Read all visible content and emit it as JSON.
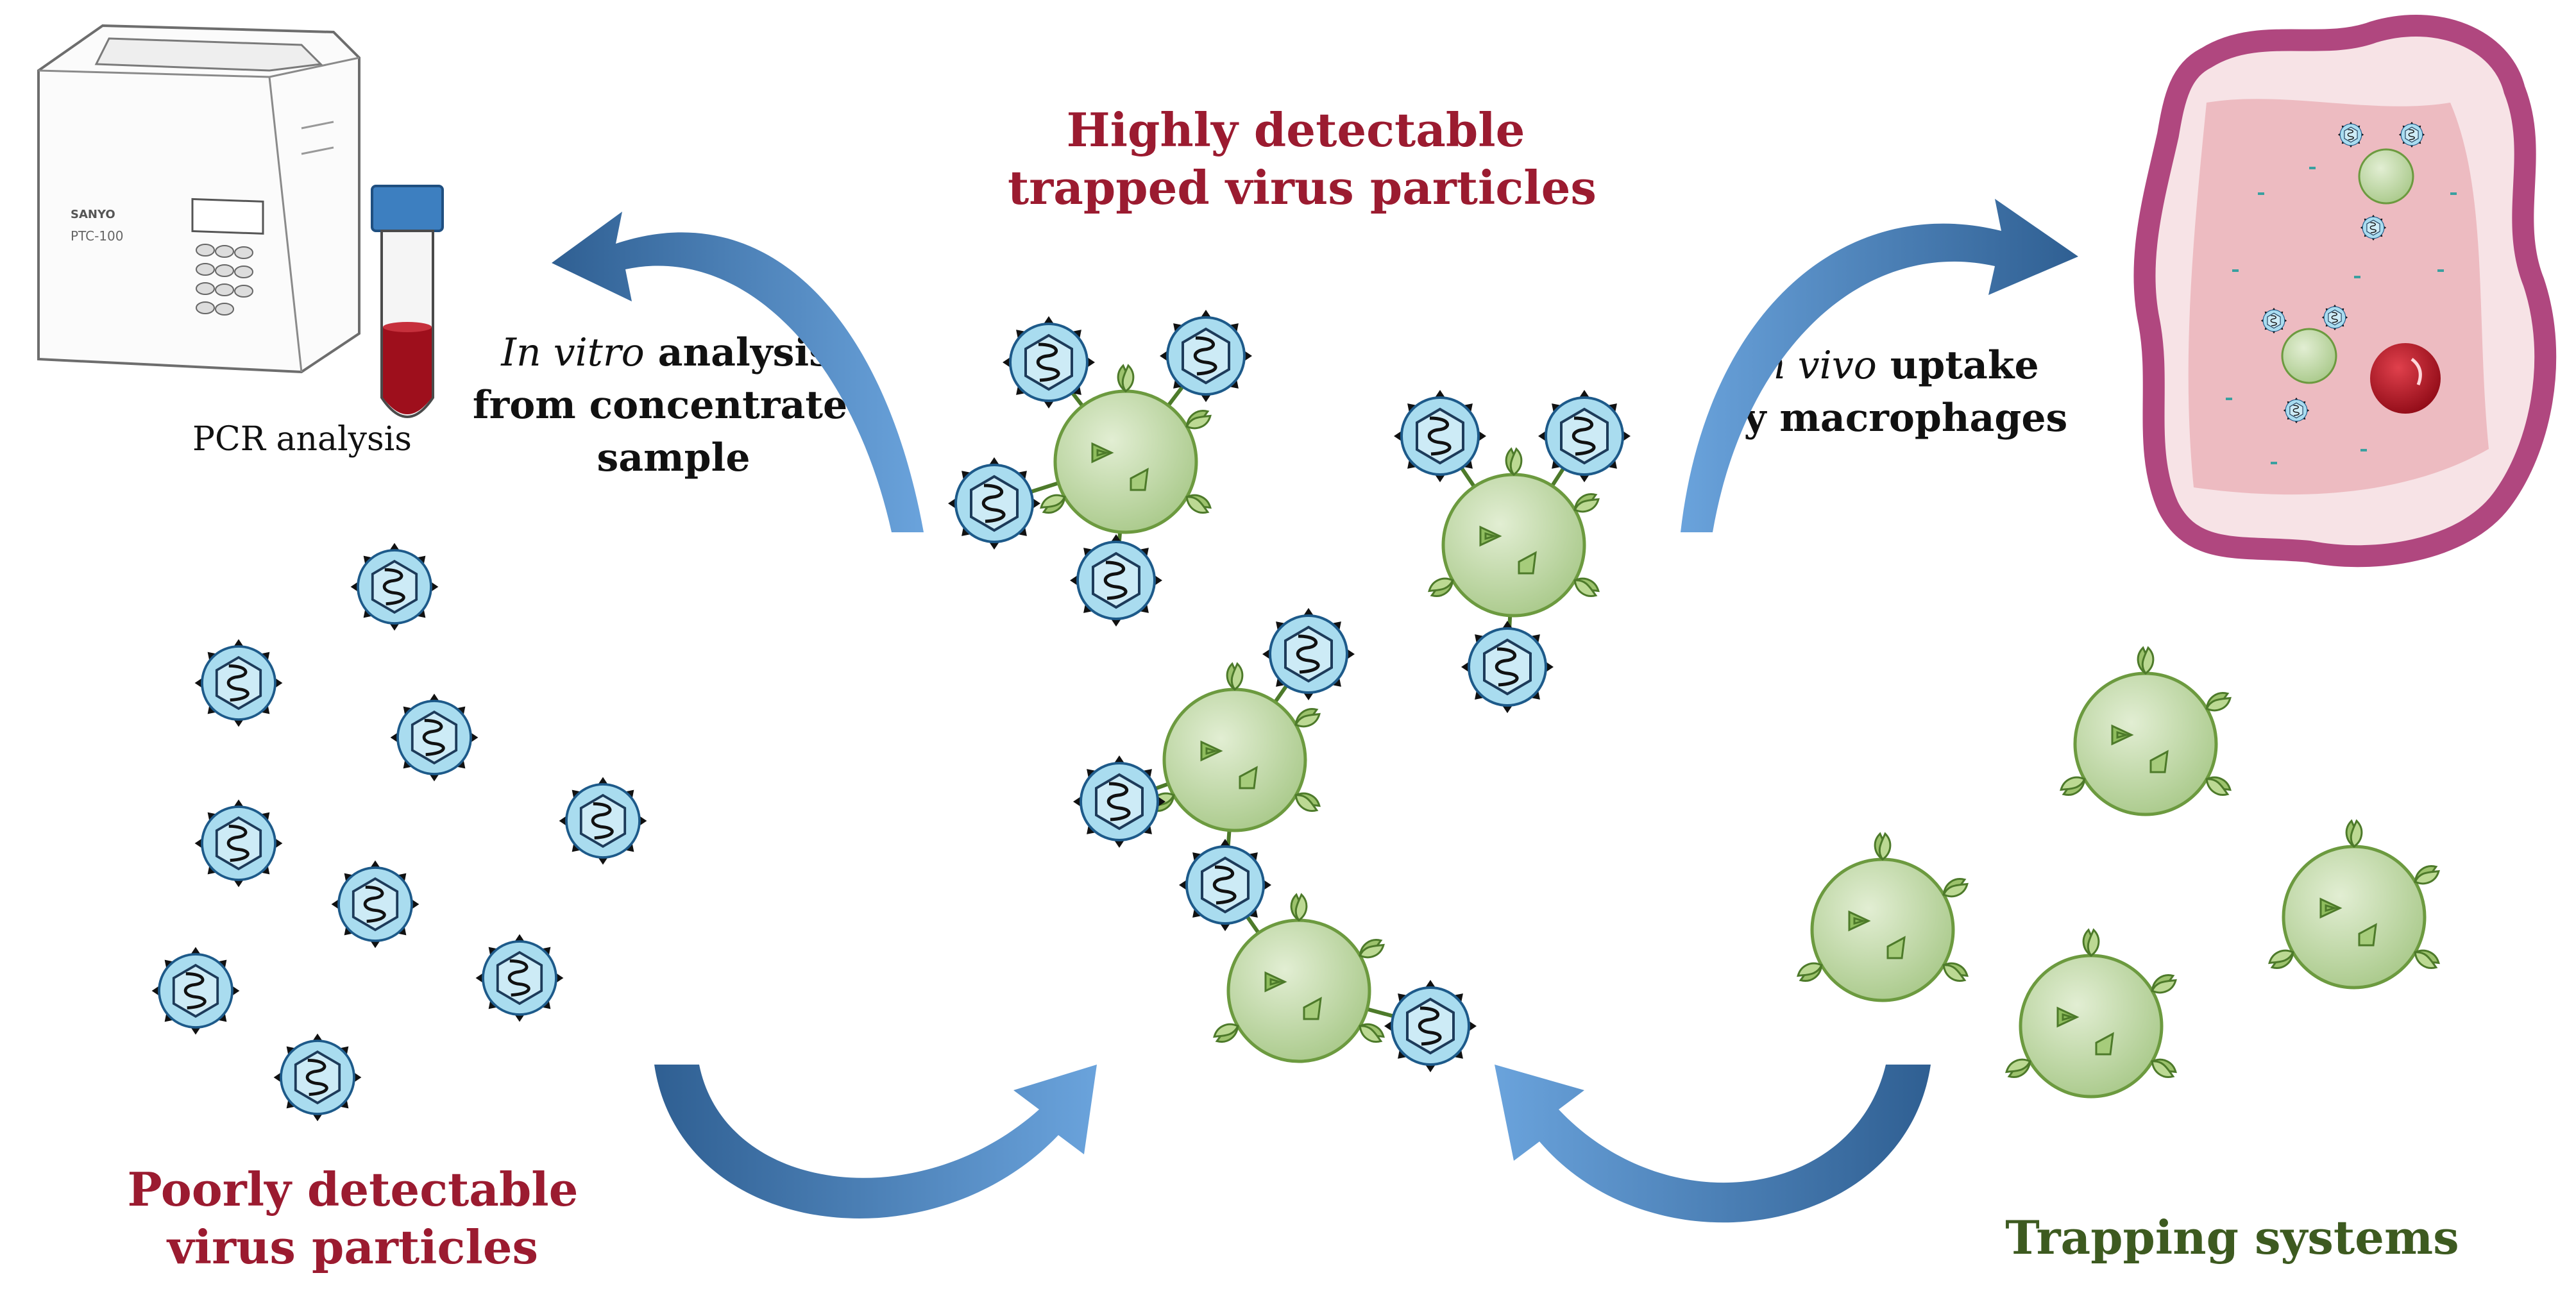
{
  "labels": {
    "pcr": "PCR analysis",
    "title_line1": "Highly detectable",
    "title_line2": "trapped virus particles",
    "invitro_italic": "In vitro",
    "invitro_rest": " analysis",
    "invitro_line2": "from concentrated",
    "invitro_line3": "sample",
    "invivo_italic": "In vivo",
    "invivo_rest": " uptake",
    "invivo_line2": "by macrophages",
    "poor_line1": "Poorly detectable",
    "poor_line2": "virus particles",
    "trapping": "Trapping systems",
    "device_brand": "SANYO",
    "device_model": "PTC-100"
  },
  "colors": {
    "title_red": "#9b1b30",
    "trapping_green": "#3d5a20",
    "arrow_blue": "#4a7fb5",
    "virus_fill": "#a9dcef",
    "particle_fill": "#c2dba2",
    "particle_stroke": "#6c9a3f",
    "blood": "#9e0f1c",
    "macrophage_rim": "#b0477f"
  }
}
